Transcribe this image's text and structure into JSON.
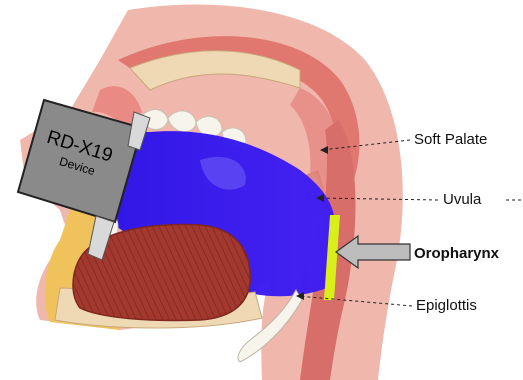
{
  "device": {
    "name": "RD-X19",
    "subtitle": "Device"
  },
  "labels": {
    "soft_palate": "Soft Palate",
    "uvula": "Uvula",
    "oropharynx": "Oropharynx",
    "epiglottis": "Epiglottis"
  },
  "colors": {
    "beam": "#3a12f0",
    "tissue_pink": "#e8908a",
    "tissue_dark": "#b94d4d",
    "tongue_muscle": "#9e3a30",
    "bone": "#efd9b4",
    "fat_yellow": "#f2c94c",
    "device_gray": "#8a8a8a",
    "target_band": "#d8ef1a",
    "arrow_fill": "#bdbdbd"
  }
}
